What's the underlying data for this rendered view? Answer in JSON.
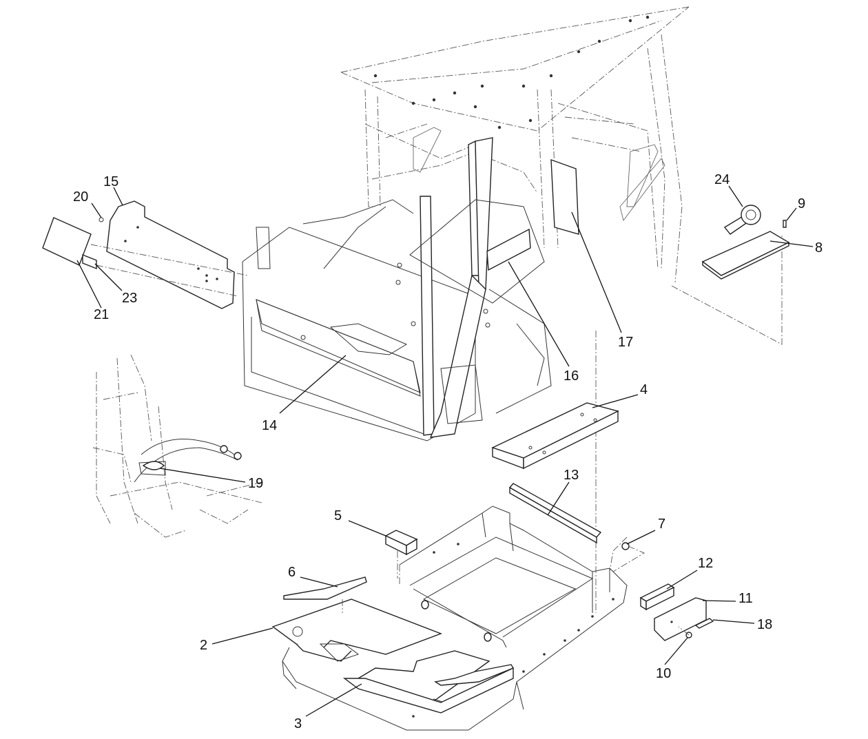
{
  "callouts": {
    "c2": "2",
    "c3": "3",
    "c4": "4",
    "c5": "5",
    "c6": "6",
    "c7": "7",
    "c8": "8",
    "c9": "9",
    "c10": "10",
    "c11": "11",
    "c12": "12",
    "c13": "13",
    "c14": "14",
    "c15": "15",
    "c16": "16",
    "c17": "17",
    "c18": "18",
    "c19": "19",
    "c20": "20",
    "c21": "21",
    "c23": "23",
    "c24": "24"
  }
}
